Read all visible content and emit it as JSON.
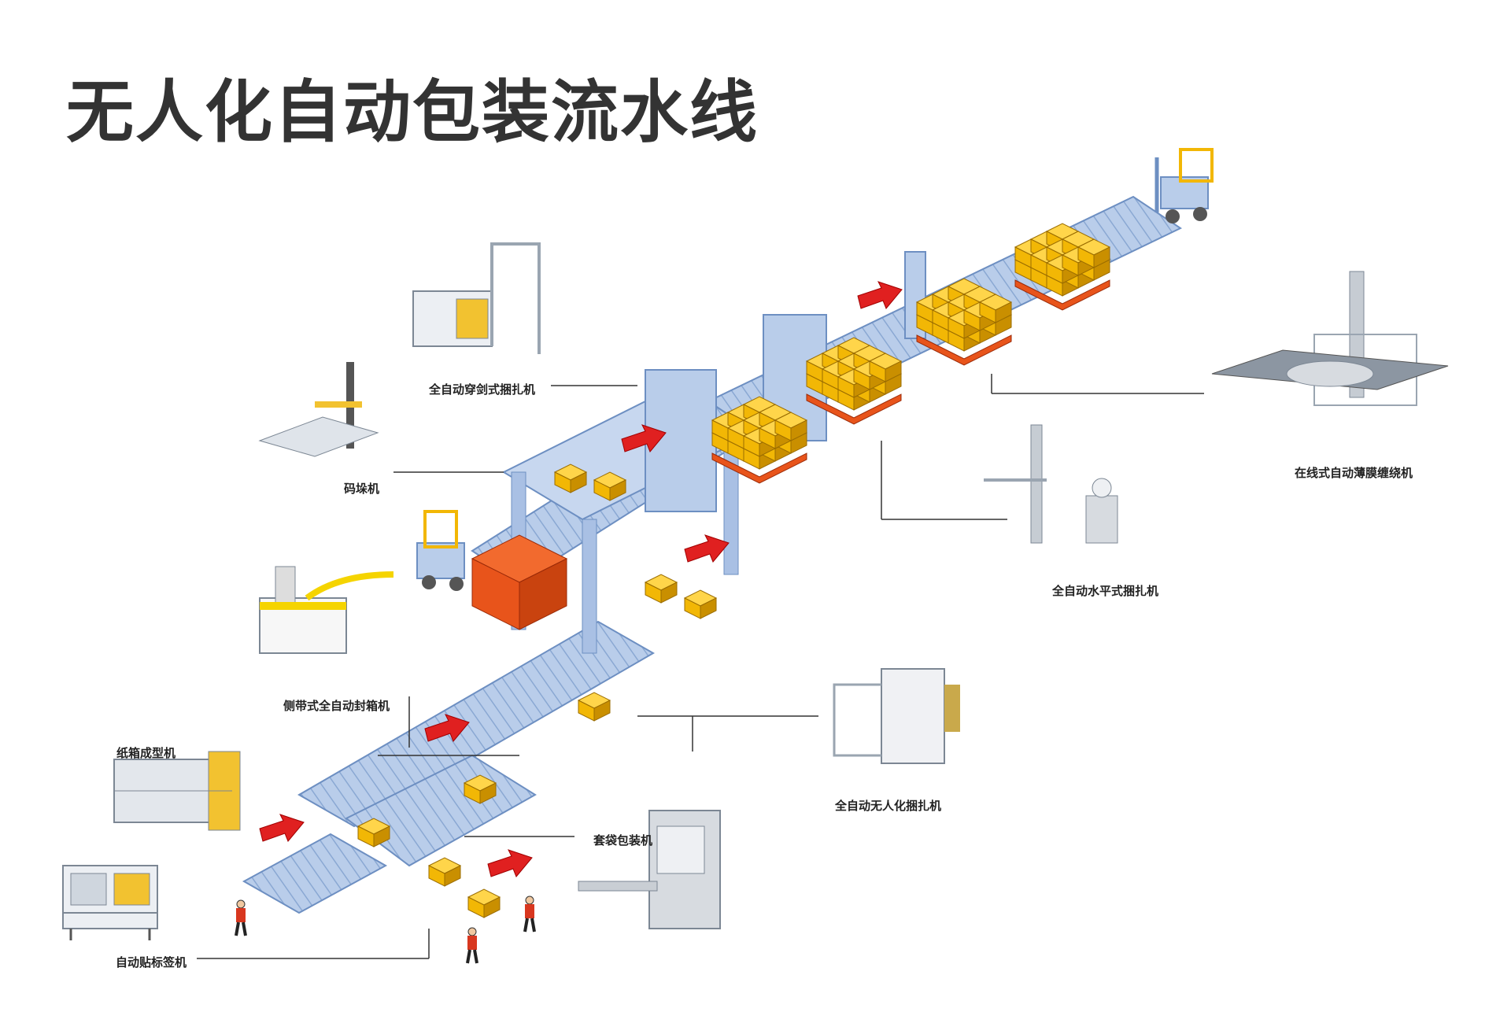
{
  "title": "无人化自动包装流水线",
  "colors": {
    "conveyor": "#b9cdea",
    "conveyor_dark": "#8aa8d3",
    "box": "#f2b705",
    "box_dark": "#c98f00",
    "arrow": "#e02020",
    "pallet_red": "#e8541b",
    "worker": "#d8371f"
  },
  "labels": {
    "strapping_sword": "全自动穿剑式捆扎机",
    "palletizer": "码垛机",
    "case_sealer": "侧带式全自动封箱机",
    "carton_erector": "纸箱成型机",
    "labeler": "自动贴标签机",
    "bagging": "套袋包装机",
    "unmanned_strapping": "全自动无人化捆扎机",
    "horizontal_strapping": "全自动水平式捆扎机",
    "film_wrapper": "在线式自动薄膜缠绕机"
  }
}
